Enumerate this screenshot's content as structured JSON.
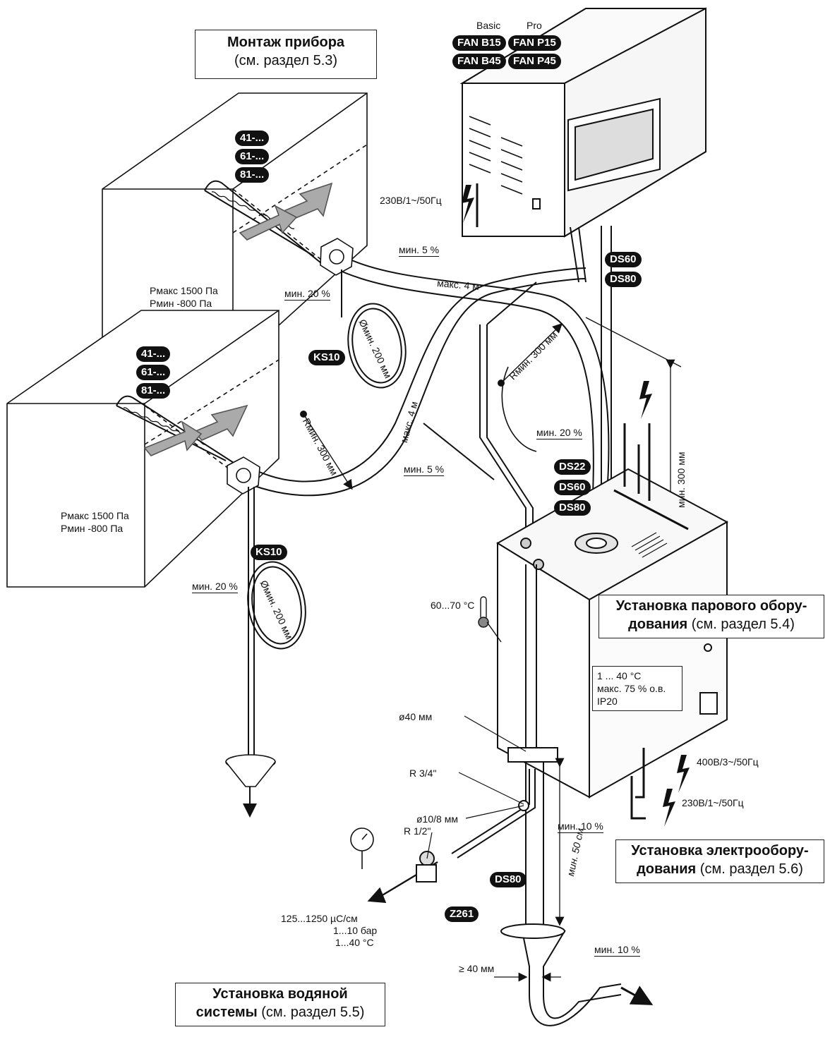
{
  "callouts": {
    "mounting": {
      "bold": "Монтаж прибора",
      "normal": "(см. раздел 5.3)"
    },
    "steam": {
      "bold1": "Установка парового обору-",
      "bold2": "дования",
      "normal2": " (см. раздел 5.4)"
    },
    "electrical": {
      "bold1": "Установка электрообору-",
      "bold2": "дования",
      "normal2": " (см. раздел 5.6)"
    },
    "water": {
      "bold1": "Установка водяной",
      "bold2": "системы",
      "normal2": " (см. раздел 5.5)"
    }
  },
  "fan_unit": {
    "basic_label": "Basic",
    "pro_label": "Pro",
    "models": [
      "FAN B15",
      "FAN P15",
      "FAN B45",
      "FAN P45"
    ],
    "power": "230В/1~/50Гц"
  },
  "ducts": [
    {
      "nozzles": [
        "41-...",
        "61-...",
        "81-..."
      ],
      "pmax": "Pмакс  1500 Па",
      "pmin": "Pмин   -800 Па",
      "condensate": "KS10"
    },
    {
      "nozzles": [
        "41-...",
        "61-...",
        "81-..."
      ],
      "pmax": "Pмакс  1500 Па",
      "pmin": "Pмин   -800 Па",
      "condensate": "KS10"
    }
  ],
  "hose_labels": {
    "upper_slope": "мин.  5 %",
    "upper_condensate_slope": "мин. 20 %",
    "upper_max_len": "макс. 4 м",
    "upper_loop": "Øмин. 200 мм",
    "upper_radius": "Rмин. 300 мм",
    "mid_slope_plus": "мин. 20 %",
    "lower_slope": "мин.  5 %",
    "lower_max_len": "макс. 4 м",
    "lower_radius": "Rмин. 300 мм",
    "lower_condensate_slope": "мин. 20 %",
    "lower_loop": "Øмин. 200 мм",
    "height_min": "мин. 300 мм"
  },
  "steam_hose_models": [
    "DS60",
    "DS80"
  ],
  "humidifier_hose_models": [
    "DS22",
    "DS60",
    "DS80"
  ],
  "humidifier": {
    "temperature": "60...70 °C",
    "ambient": [
      "1 ... 40 °C",
      "макс. 75 % о.в.",
      "IP20"
    ],
    "power_main": "400В/3~/50Гц",
    "power_aux": "230В/1~/50Гц",
    "drain_diameter": "ø40 мм"
  },
  "water": {
    "thread_34": "R 3/4\"",
    "pipe": "ø10/8 мм",
    "thread_12": "R 1/2\"",
    "drain_slope": "мин.  10 %",
    "drain_height": "мин. 50 см",
    "drain_hose": "DS80",
    "filter_valve": "Z261",
    "supply_spec": [
      "125...1250 µС/см",
      "1...10 бар",
      "1...40 °C"
    ],
    "siphon_slope": "мин.  10 %",
    "siphon_gap": "≥ 40 мм"
  }
}
